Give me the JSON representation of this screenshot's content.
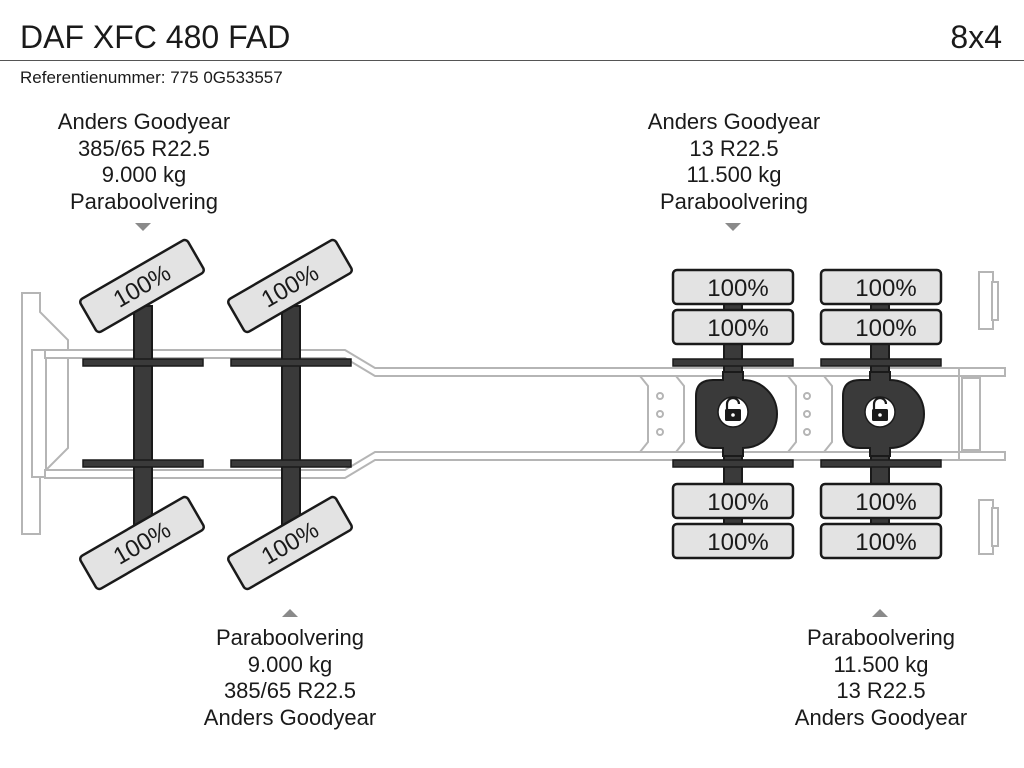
{
  "header": {
    "title": "DAF XFC 480 FAD",
    "axle_config": "8x4",
    "reference": "Referentienummer: 775 0G533557"
  },
  "axle_groups": [
    {
      "position": "front",
      "label_side": "top",
      "brand": "Anders Goodyear",
      "tyre_size": "385/65 R22.5",
      "load": "9.000 kg",
      "suspension": "Paraboolvering"
    },
    {
      "position": "front",
      "label_side": "bottom",
      "suspension": "Paraboolvering",
      "load": "9.000 kg",
      "tyre_size": "385/65 R22.5",
      "brand": "Anders Goodyear"
    },
    {
      "position": "rear",
      "label_side": "top",
      "brand": "Anders Goodyear",
      "tyre_size": "13 R22.5",
      "load": "11.500 kg",
      "suspension": "Paraboolvering"
    },
    {
      "position": "rear",
      "label_side": "bottom",
      "suspension": "Paraboolvering",
      "load": "11.500 kg",
      "tyre_size": "13 R22.5",
      "brand": "Anders Goodyear"
    }
  ],
  "tyres": {
    "front_axle_1_top": "100%",
    "front_axle_1_bottom": "100%",
    "front_axle_2_top": "100%",
    "front_axle_2_bottom": "100%",
    "rear_axle_1_top_outer": "100%",
    "rear_axle_1_top_inner": "100%",
    "rear_axle_1_bottom_inner": "100%",
    "rear_axle_1_bottom_outer": "100%",
    "rear_axle_2_top_outer": "100%",
    "rear_axle_2_top_inner": "100%",
    "rear_axle_2_bottom_inner": "100%",
    "rear_axle_2_bottom_outer": "100%"
  },
  "icons": {
    "arrow_down": "triangle-down-icon",
    "arrow_up": "triangle-up-icon",
    "differential_lock": "lock-icon"
  },
  "colors": {
    "tyre_fill": "#e3e3e3",
    "axle": "#3a3a3a",
    "frame_outline": "#b5b5b5",
    "text": "#1a1a1a"
  }
}
